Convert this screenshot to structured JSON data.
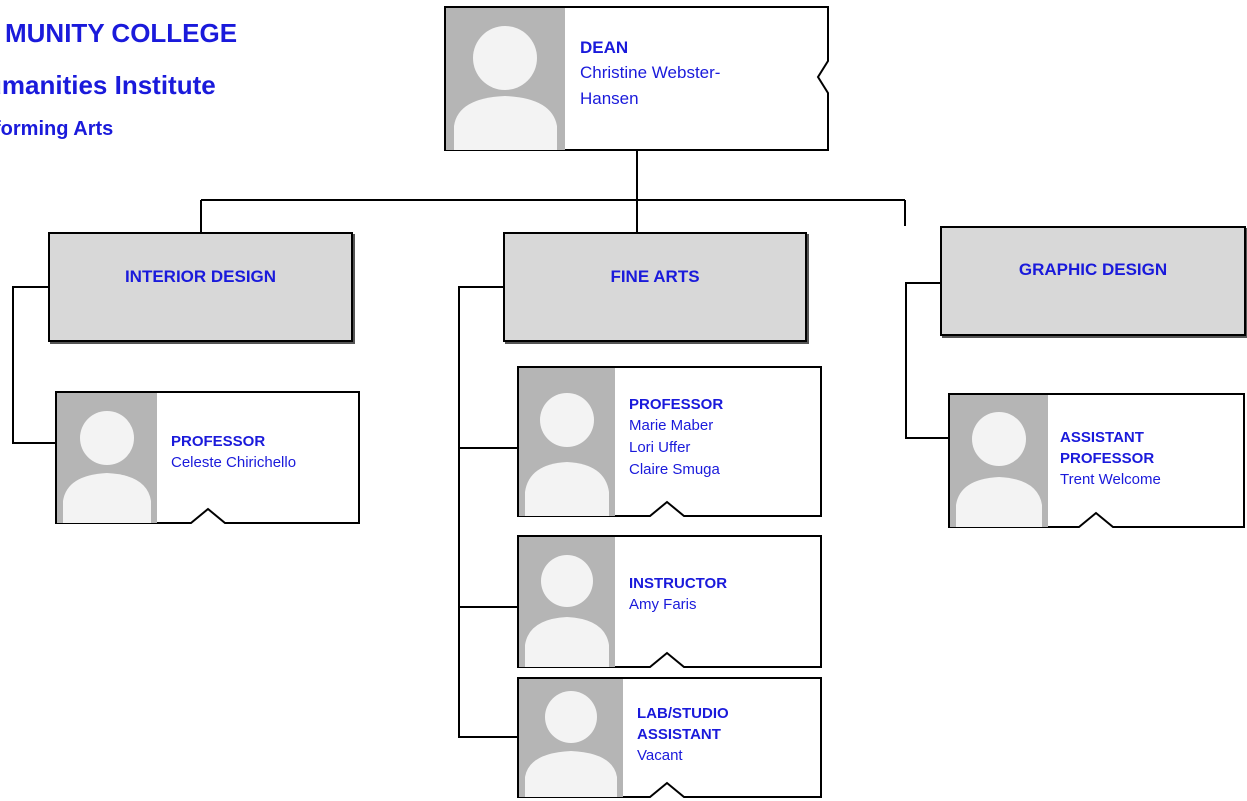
{
  "header": {
    "line1": "MUNITY COLLEGE",
    "line2": "umanities Institute",
    "line3": "forming Arts"
  },
  "colors": {
    "text": "#1a1adb",
    "line": "#000000",
    "dept_fill": "#d8d8d8",
    "photo_bg": "#b5b5b5",
    "silhouette": "#f3f3f3"
  },
  "dean": {
    "role": "DEAN",
    "name1": "Christine Webster-",
    "name2": "Hansen"
  },
  "departments": [
    {
      "label": "INTERIOR DESIGN"
    },
    {
      "label": "FINE ARTS"
    },
    {
      "label": "GRAPHIC DESIGN"
    }
  ],
  "interior_design": {
    "professor": {
      "role": "PROFESSOR",
      "name": "Celeste Chirichello"
    }
  },
  "fine_arts": {
    "professor": {
      "role": "PROFESSOR",
      "names": [
        "Marie Maber",
        "Lori Uffer",
        "Claire Smuga"
      ]
    },
    "instructor": {
      "role": "INSTRUCTOR",
      "name": "Amy Faris"
    },
    "lab_assistant": {
      "role1": "LAB/STUDIO",
      "role2": "ASSISTANT",
      "name": "Vacant"
    }
  },
  "graphic_design": {
    "assistant_professor": {
      "role1": "ASSISTANT",
      "role2": "PROFESSOR",
      "name": "Trent Welcome"
    }
  }
}
